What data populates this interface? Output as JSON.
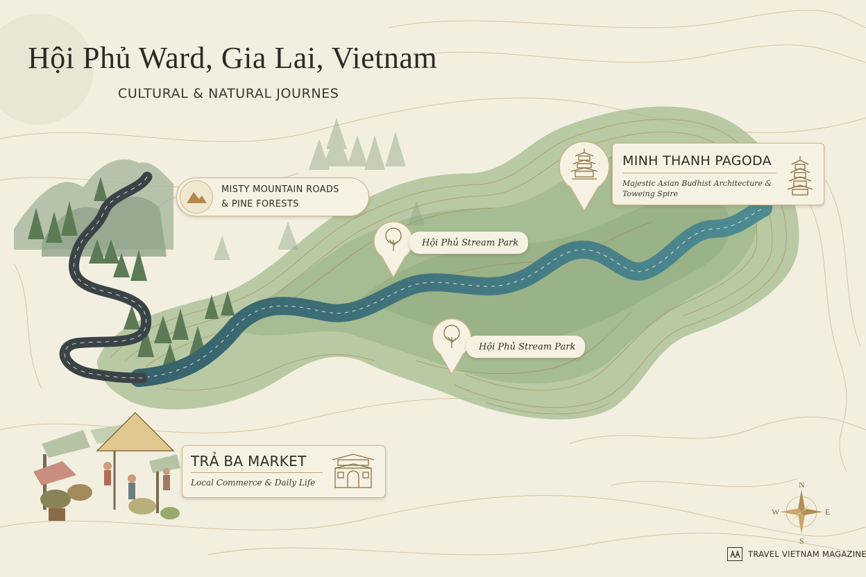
{
  "header": {
    "title": "Hội Phủ Ward, Gia Lai, Vietnam",
    "subtitle": "CULTURAL & NATURAL JOURNES"
  },
  "callouts": {
    "mountain": {
      "line1": "MISTY MOUNTAIN ROADS",
      "line2": "& PINE FORESTS",
      "icon": "mountain-icon"
    },
    "pagoda": {
      "title": "MINH THANH PAGODA",
      "description_line1": "Majestic Asian Budhist Architecture &",
      "description_line2": "Toweing Spire",
      "icon": "pagoda-icon"
    },
    "stream_park_1": {
      "label": "Hội Phủ Stream Park",
      "icon": "tree-icon"
    },
    "stream_park_2": {
      "label": "Hội Phủ Stream Park",
      "icon": "tree-icon"
    },
    "market": {
      "title": "TRẢ BA MARKET",
      "description": "Local Commerce & Daily Life",
      "icon": "market-gate-icon"
    }
  },
  "compass": {
    "n": "N",
    "s": "S",
    "e": "E",
    "w": "W"
  },
  "footer": {
    "text": "TRAVEL VIETNAM MAGAZINE"
  },
  "colors": {
    "paper": "#f2efe1",
    "contour": "#b99a63",
    "terrain": "#a9bf95",
    "river": "#4f8a93",
    "road": "#3a4447",
    "accent": "#c9b48a"
  }
}
